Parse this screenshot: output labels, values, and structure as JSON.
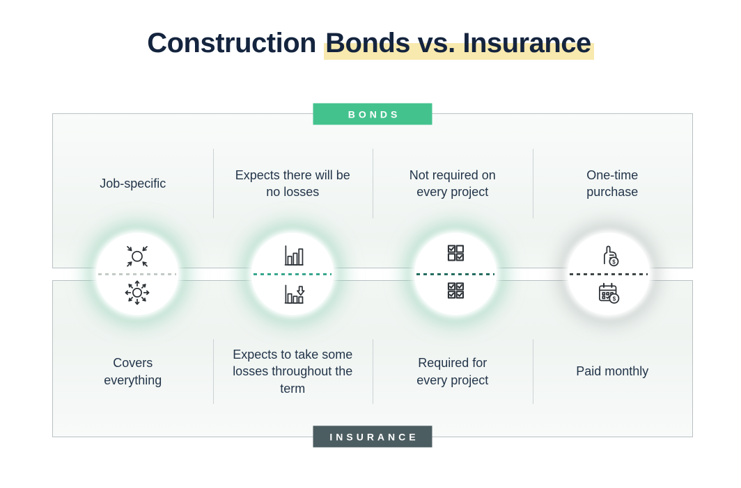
{
  "title": {
    "text_plain": "Construction",
    "text_highlighted": "Bonds vs. Insurance"
  },
  "colors": {
    "navy": "#14243e",
    "text": "#23354a",
    "accent_green": "#44c28e",
    "slate": "#4c5d61",
    "highlight_yellow": "#f8e9ae",
    "panel_border": "#b9c0c3",
    "divider": "#ccd2d5",
    "icon_stroke": "#2e3338",
    "glow_green": "rgba(140,206,178,0.55)",
    "glow_gray": "rgba(150,160,158,0.38)",
    "dash_1": "#c2cbc5",
    "dash_2": "#38a68e",
    "dash_3": "#256c60",
    "dash_4": "#3f4648"
  },
  "bonds_section": {
    "label": "BONDS",
    "items": [
      "Job-specific",
      "Expects there will be no losses",
      "Not required on every project",
      "One-time purchase"
    ]
  },
  "insurance_section": {
    "label": "INSURANCE",
    "items": [
      "Covers everything",
      "Expects to take some losses throughout the term",
      "Required for every project",
      "Paid monthly"
    ]
  },
  "icon_circles": [
    {
      "top_icon": "arrows-converging-icon",
      "bottom_icon": "arrows-radiating-icon"
    },
    {
      "top_icon": "bar-chart-rising-icon",
      "bottom_icon": "bar-chart-declining-icon"
    },
    {
      "top_icon": "checkboxes-some-checked-icon",
      "bottom_icon": "checkboxes-all-checked-icon"
    },
    {
      "top_icon": "one-time-payment-hand-icon",
      "bottom_icon": "monthly-payment-calendar-icon"
    }
  ]
}
